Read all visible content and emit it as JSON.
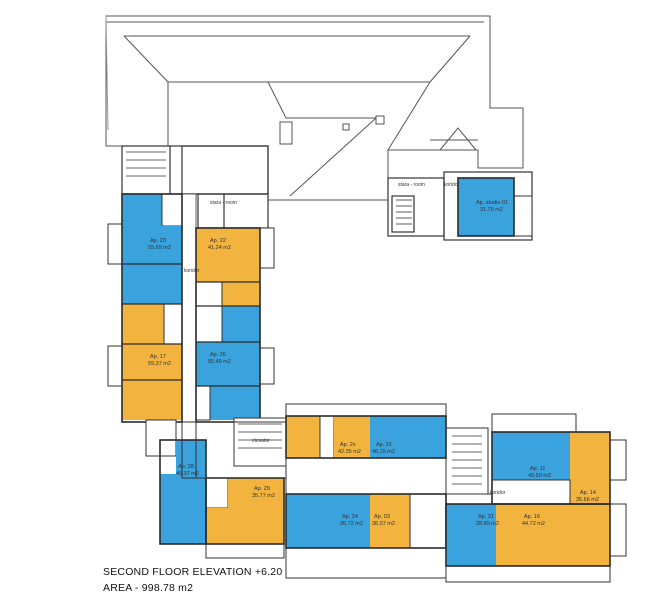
{
  "caption": {
    "title": "SECOND FLOOR ELEVATION  +6.20",
    "area": "AREA - 998.78 m2"
  },
  "colors": {
    "blue": "#3aa2dc",
    "orange": "#f2b43e",
    "wall": "#2a2a2a",
    "line": "#666666"
  },
  "rooms": {
    "korridor": "koridor",
    "stairs_rooms": "stara - room",
    "elevator": "elevator"
  },
  "apartments": [
    {
      "id": "ap23",
      "name": "Ap. 23",
      "area": "55.69 m2"
    },
    {
      "id": "ap22",
      "name": "Ap. 22",
      "area": "41.24 m2"
    },
    {
      "id": "ap17",
      "name": "Ap. 17",
      "area": "59.37 m2"
    },
    {
      "id": "ap26",
      "name": "Ap. 26",
      "area": "55.45 m2"
    },
    {
      "id": "ap_studio",
      "name": "Ap. studio 01",
      "area": "31.75 m2"
    },
    {
      "id": "ap28",
      "name": "Ap. 28",
      "area": "45.37 m2"
    },
    {
      "id": "ap29",
      "name": "Ap. 29",
      "area": "35.77 m2"
    },
    {
      "id": "ap2x",
      "name": "Ap. 2x",
      "area": "42.35 m2"
    },
    {
      "id": "ap21",
      "name": "Ap. 21",
      "area": "46.15 m2"
    },
    {
      "id": "ap24",
      "name": "Ap. 24",
      "area": "35.72 m2"
    },
    {
      "id": "ap03",
      "name": "Ap. 03",
      "area": "36.07 m2"
    },
    {
      "id": "ap31",
      "name": "Ap. 31",
      "area": "28.89 m2"
    },
    {
      "id": "ap16",
      "name": "Ap. 16",
      "area": "44.72 m2"
    },
    {
      "id": "ap11",
      "name": "Ap. 11",
      "area": "49.60 m2"
    },
    {
      "id": "ap14",
      "name": "Ap. 14",
      "area": "35.66 m2"
    }
  ]
}
